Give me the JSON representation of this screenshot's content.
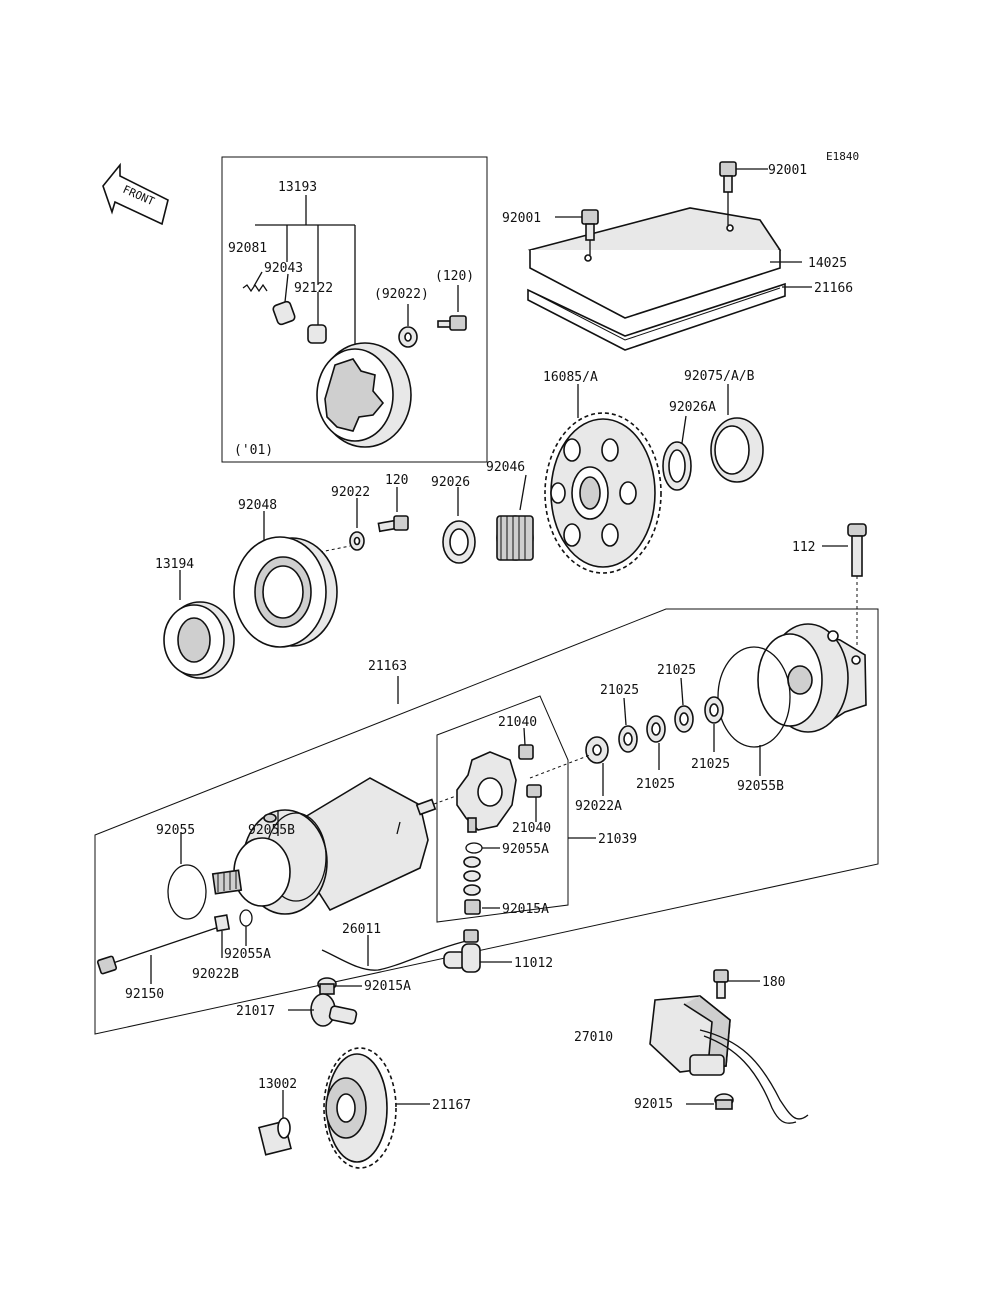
{
  "diagram_code": "E1840",
  "front_label": "FRONT",
  "inset_note": "('01)",
  "labels": {
    "l13193": "13193",
    "l92081": "92081",
    "l92043": "92043",
    "l92122": "92122",
    "l92022p": "(92022)",
    "l120p": "(120)",
    "l92001a": "92001",
    "l92001b": "92001",
    "l14025": "14025",
    "l21166": "21166",
    "l16085": "16085/A",
    "l92075": "92075/A/B",
    "l92026A": "92026A",
    "l92046": "92046",
    "l92022": "92022",
    "l120": "120",
    "l92026": "92026",
    "l92048": "92048",
    "l13194": "13194",
    "l112": "112",
    "l21163": "21163",
    "l21025a": "21025",
    "l21025b": "21025",
    "l21025c": "21025",
    "l21025d": "21025",
    "l21040a": "21040",
    "l21040b": "21040",
    "l92055B_l": "92055B",
    "l92055B_r": "92055B",
    "l92022A": "92022A",
    "l21039": "21039",
    "l92055": "92055",
    "l92055A_u": "92055A",
    "l92015A_u": "92015A",
    "l92055A_l": "92055A",
    "l26011": "26011",
    "l11012": "11012",
    "l92022B": "92022B",
    "l92150": "92150",
    "l92015A_l": "92015A",
    "l21017": "21017",
    "l180": "180",
    "l27010": "27010",
    "l92015": "92015",
    "l13002": "13002",
    "l21167": "21167"
  }
}
